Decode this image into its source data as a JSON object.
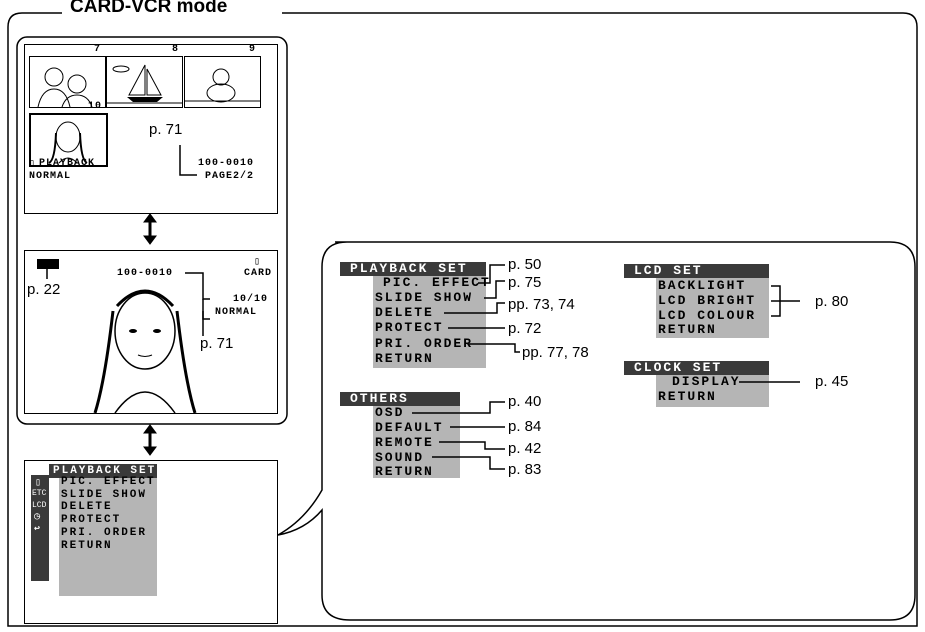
{
  "title": "CARD-VCR mode",
  "index_screen": {
    "thumb_numbers": [
      "7",
      "8",
      "9",
      "10"
    ],
    "mode_label": "PLAYBACK",
    "status_label": "NORMAL",
    "file_number": "100-0010",
    "page_label": "PAGE2/2",
    "ref": "p. 71"
  },
  "single_screen": {
    "card_label": "CARD",
    "file_number": "100-0010",
    "counter": "10/10",
    "status_label": "NORMAL",
    "battery_ref": "p. 22",
    "info_ref": "p. 71"
  },
  "menu_screen": {
    "side_icons": [
      "ETC",
      "LCD"
    ],
    "header": "PLAYBACK SET",
    "items": [
      "PIC. EFFECT",
      "SLIDE SHOW",
      "DELETE",
      "PROTECT",
      "PRI. ORDER",
      "RETURN"
    ]
  },
  "detail": {
    "playback_set": {
      "header": "PLAYBACK SET",
      "items": [
        "PIC. EFFECT",
        "SLIDE SHOW",
        "DELETE",
        "PROTECT",
        "PRI. ORDER",
        "RETURN"
      ],
      "refs": [
        "p. 50",
        "p. 75",
        "pp. 73, 74",
        "p. 72",
        "pp. 77, 78"
      ]
    },
    "others": {
      "header": "OTHERS",
      "items": [
        "OSD",
        "DEFAULT",
        "REMOTE",
        "SOUND",
        "RETURN"
      ],
      "refs": [
        "p. 40",
        "p. 84",
        "p. 42",
        "p. 83"
      ]
    },
    "lcd_set": {
      "header": "LCD SET",
      "items": [
        "BACKLIGHT",
        "LCD BRIGHT",
        "LCD COLOUR",
        "RETURN"
      ],
      "ref": "p. 80"
    },
    "clock_set": {
      "header": "CLOCK SET",
      "items": [
        "DISPLAY",
        "RETURN"
      ],
      "ref": "p. 45"
    }
  }
}
